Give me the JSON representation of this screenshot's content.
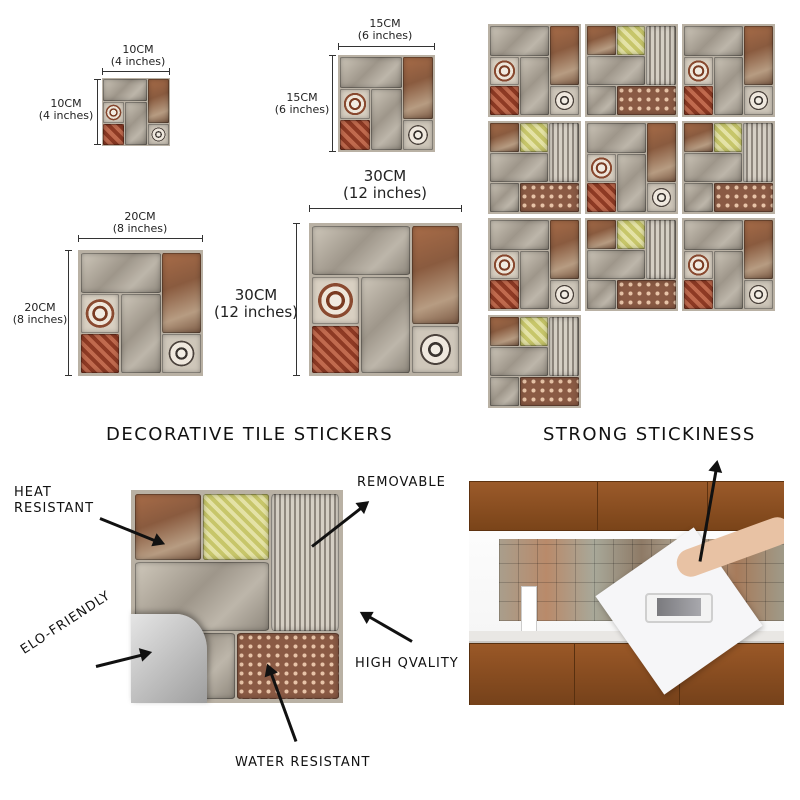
{
  "dimensions": {
    "d10": {
      "width": "10CM\n(4 inches)",
      "height": "10CM\n(4 inches)"
    },
    "d15": {
      "width": "15CM\n(6 inches)",
      "height": "15CM\n(6 inches)"
    },
    "d20": {
      "width": "20CM\n(8 inches)",
      "height": "20CM\n(8 inches)"
    },
    "d30": {
      "width": "30CM\n(12 inches)",
      "height": "30CM\n(12 inches)"
    }
  },
  "headlines": {
    "left": "DECORATIVE TILE STICKERS",
    "right": "STRONG STICKINESS"
  },
  "features": {
    "heat": "HEAT\nRESISTANT",
    "removable": "REMOVABLE",
    "eco": "ELO-FRIENDLY",
    "quality": "HIGH QVALITY",
    "water": "WATER RESISTANT"
  },
  "colors": {
    "ink": "#111111",
    "cabinet": "#8a4e22",
    "background": "#ffffff"
  }
}
